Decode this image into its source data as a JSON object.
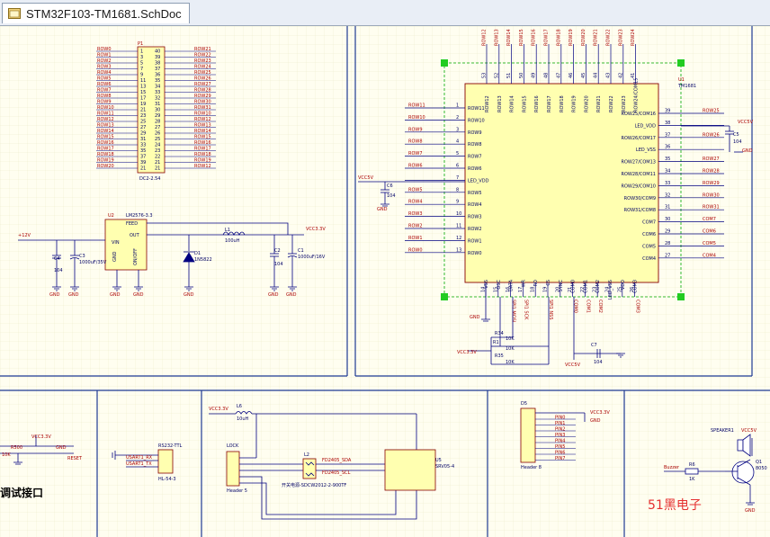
{
  "window": {
    "tab_title": "STM32F103-TM1681.SchDoc"
  },
  "connector_p1": {
    "designator": "P1",
    "part": "DC2-2.54",
    "left_nets": [
      "ROW0",
      "ROW1",
      "ROW2",
      "ROW3",
      "ROW4",
      "ROW5",
      "ROW6",
      "ROW7",
      "ROW8",
      "ROW9",
      "ROW10",
      "ROW11",
      "ROW12",
      "ROW13",
      "ROW14",
      "ROW15",
      "ROW16",
      "ROW17",
      "ROW18",
      "ROW19",
      "ROW20"
    ],
    "right_nets": [
      "ROW21",
      "ROW22",
      "ROW23",
      "ROW24",
      "ROW25",
      "ROW26",
      "ROW27",
      "ROW28",
      "ROW29",
      "ROW30",
      "ROW31",
      "ROW10",
      "ROW12",
      "ROW13",
      "ROW14",
      "ROW15",
      "ROW16",
      "ROW17",
      "ROW18",
      "ROW19",
      "ROW12"
    ],
    "left_pins": [
      "1",
      "3",
      "5",
      "7",
      "9",
      "11",
      "13",
      "15",
      "17",
      "19",
      "21",
      "23",
      "25",
      "27",
      "29",
      "31",
      "33",
      "35",
      "37",
      "39",
      "21"
    ],
    "right_pins": [
      "40",
      "39",
      "38",
      "37",
      "36",
      "35",
      "34",
      "33",
      "32",
      "31",
      "30",
      "29",
      "28",
      "27",
      "26",
      "25",
      "24",
      "23",
      "22",
      "21",
      "21"
    ]
  },
  "regulator": {
    "designator": "U2",
    "part": "LM2576-3.3",
    "pin_vin": "VIN",
    "pin_out": "OUT",
    "pin_feed": "FEED",
    "pin_gnd": "GND",
    "pin_onoff": "ON/OFF",
    "input_net": "+12V",
    "output_net": "VCC3.3V",
    "c4": "C4",
    "c4_val": "104",
    "c3": "C3",
    "c3_val": "1000uF/35V",
    "l1": "L1",
    "l1_val": "100uH",
    "d1": "D1",
    "d1_val": "1N5822",
    "c2": "C2",
    "c2_val": "104",
    "c1": "C1",
    "c1_val": "1000uF/16V",
    "gnd": "GND"
  },
  "ic_u1": {
    "designator": "U1",
    "part": "TM1681",
    "left_pins": [
      {
        "num": "1",
        "name": "ROW11",
        "net": "ROW11"
      },
      {
        "num": "2",
        "name": "ROW10",
        "net": "ROW10"
      },
      {
        "num": "3",
        "name": "ROW9",
        "net": "ROW9"
      },
      {
        "num": "4",
        "name": "ROW8",
        "net": "ROW8"
      },
      {
        "num": "5",
        "name": "ROW7",
        "net": "ROW7"
      },
      {
        "num": "6",
        "name": "ROW6",
        "net": "ROW6"
      },
      {
        "num": "7",
        "name": "LED_VDD",
        "net": ""
      },
      {
        "num": "8",
        "name": "ROW5",
        "net": "ROW5"
      },
      {
        "num": "9",
        "name": "ROW4",
        "net": "ROW4"
      },
      {
        "num": "10",
        "name": "ROW3",
        "net": "ROW3"
      },
      {
        "num": "11",
        "name": "ROW2",
        "net": "ROW2"
      },
      {
        "num": "12",
        "name": "ROW1",
        "net": "ROW1"
      },
      {
        "num": "13",
        "name": "ROW0",
        "net": "ROW0"
      }
    ],
    "right_pins": [
      {
        "num": "39",
        "name": "ROW25/COM16",
        "net": "ROW25"
      },
      {
        "num": "38",
        "name": "LED_VDD",
        "net": ""
      },
      {
        "num": "37",
        "name": "ROW26/COM17",
        "net": "ROW26"
      },
      {
        "num": "36",
        "name": "LED_VSS",
        "net": ""
      },
      {
        "num": "35",
        "name": "ROW27/COM13",
        "net": "ROW27"
      },
      {
        "num": "34",
        "name": "ROW28/COM11",
        "net": "ROW28"
      },
      {
        "num": "33",
        "name": "ROW29/COM10",
        "net": "ROW29"
      },
      {
        "num": "32",
        "name": "ROW30/COM9",
        "net": "ROW30"
      },
      {
        "num": "31",
        "name": "ROW31/COM8",
        "net": "ROW31"
      },
      {
        "num": "30",
        "name": "COM7",
        "net": "COM7"
      },
      {
        "num": "29",
        "name": "COM6",
        "net": "COM6"
      },
      {
        "num": "28",
        "name": "COM5",
        "net": "COM5"
      },
      {
        "num": "27",
        "name": "COM4",
        "net": "COM4"
      }
    ],
    "top_pins": [
      {
        "num": "53",
        "name": "ROW12",
        "net": "ROW12"
      },
      {
        "num": "52",
        "name": "ROW13",
        "net": "ROW13"
      },
      {
        "num": "51",
        "name": "ROW14",
        "net": "ROW14"
      },
      {
        "num": "50",
        "name": "ROW15",
        "net": "ROW15"
      },
      {
        "num": "49",
        "name": "ROW16",
        "net": "ROW16"
      },
      {
        "num": "48",
        "name": "ROW17",
        "net": "ROW17"
      },
      {
        "num": "47",
        "name": "ROW18",
        "net": "ROW18"
      },
      {
        "num": "46",
        "name": "ROW19",
        "net": "ROW19"
      },
      {
        "num": "45",
        "name": "ROW20",
        "net": "ROW20"
      },
      {
        "num": "44",
        "name": "ROW21",
        "net": "ROW21"
      },
      {
        "num": "43",
        "name": "ROW22",
        "net": "ROW22"
      },
      {
        "num": "42",
        "name": "ROW23",
        "net": "ROW23"
      },
      {
        "num": "41",
        "name": "ROW24/COM15",
        "net": "ROW24"
      }
    ],
    "bottom_pins": [
      {
        "num": "14",
        "name": "VSS",
        "net": "GND"
      },
      {
        "num": "15",
        "name": "OSC",
        "net": ""
      },
      {
        "num": "16",
        "name": "DATA",
        "net": "SPI1 MOSI"
      },
      {
        "num": "17",
        "name": "WR",
        "net": "SPI1 SCK"
      },
      {
        "num": "18",
        "name": "RD",
        "net": ""
      },
      {
        "num": "19",
        "name": "CS",
        "net": "SPI1 NSS"
      },
      {
        "num": "20",
        "name": "SYNC",
        "net": ""
      },
      {
        "num": "21",
        "name": "COM0",
        "net": "COM0"
      },
      {
        "num": "22",
        "name": "COM1",
        "net": "COM1"
      },
      {
        "num": "23",
        "name": "COM2",
        "net": "COM2"
      },
      {
        "num": "24",
        "name": "LED_VSS",
        "net": ""
      },
      {
        "num": "25",
        "name": "VDD",
        "net": ""
      },
      {
        "num": "26",
        "name": "COM3",
        "net": "COM3"
      }
    ],
    "c_left": "C6",
    "c_left_val": "104",
    "c_left_net": "VCC5V",
    "c_right": "C5",
    "c_right_val": "104",
    "c_right_net": "VCC5V",
    "c_bottom": "C7",
    "c_bottom_val": "104",
    "c_bottom_net": "VCC5V",
    "r34": "R34",
    "r34_val": "10K",
    "r1": "R1",
    "r1_val": "10K",
    "r35": "R35",
    "r35_val": "10K",
    "pullup_net": "VCC3.3V",
    "gnd": "GND"
  },
  "bottom": {
    "debug_label": "调试接口",
    "debug_nets": [
      "VCC3.3V",
      "R500",
      "10K",
      "RESET",
      "GND"
    ],
    "uart_designator": "RS232-TTL",
    "uart_part": "HL-54-3",
    "uart_nets": [
      "USART1_RX",
      "USART1_TX"
    ],
    "lock_net": "VCC3.3V",
    "l6": "L6",
    "l6_val": "10uH",
    "lock_label": "LOCK",
    "lock_part": "Header 5",
    "l2": "L2",
    "fd_sda": "FD2405_SDA",
    "fd_scl": "FD2405_SCL",
    "fd_note": "开关电源-SDCW2012-2-900TF",
    "u5": "U5",
    "u5_part": "SRV05-4",
    "d5": "D5",
    "d5_part": "Header 8",
    "d5_net": "VCC3.3V",
    "pin_nets": [
      "PIN0",
      "PIN1",
      "PIN2",
      "PIN3",
      "PIN4",
      "PIN5",
      "PIN6",
      "PIN7"
    ],
    "speaker_label": "SPEAKER1",
    "speaker_net": "VCC5V",
    "r6": "R6",
    "r6_val": "1K",
    "buzzer_net": "Buzzer",
    "q1": "Q1",
    "q1_part": "8050",
    "watermark": "51黑电子",
    "gnd": "GND"
  }
}
